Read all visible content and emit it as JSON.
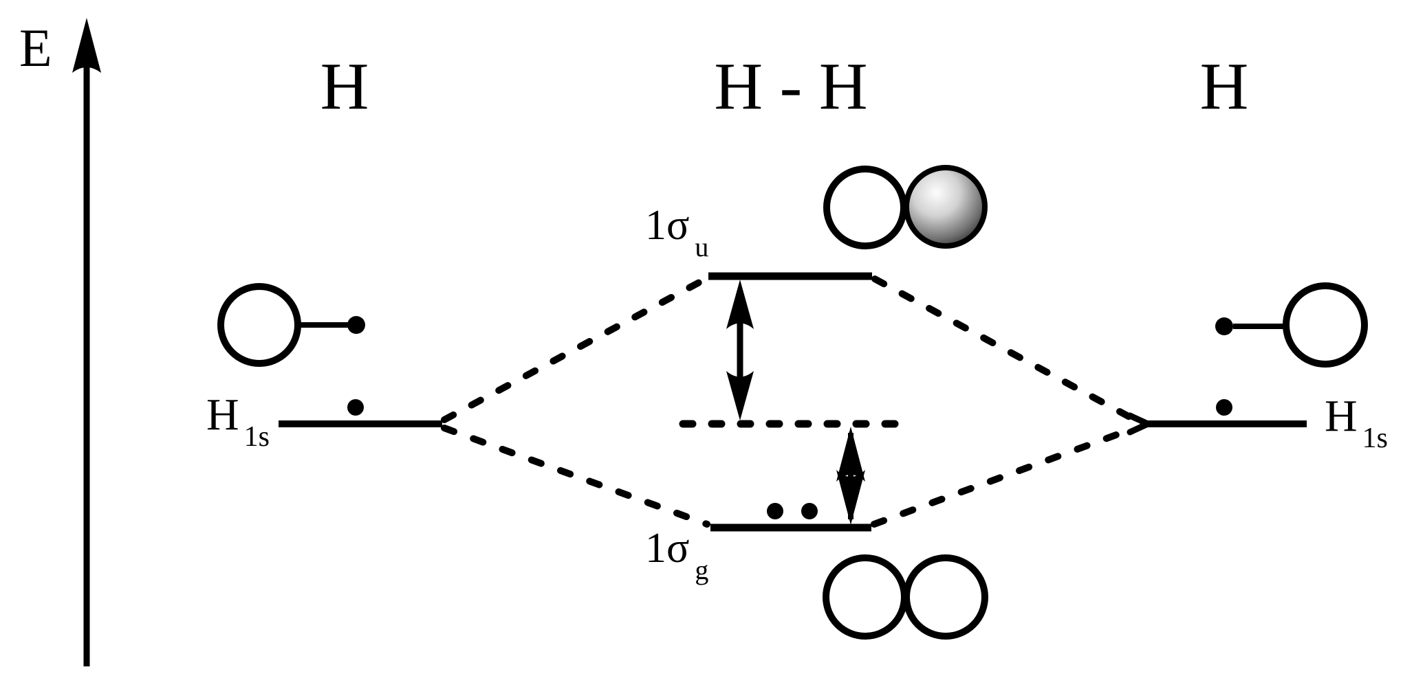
{
  "colors": {
    "ink": "#000000",
    "background": "#ffffff",
    "sphere_highlight": "#fdfdfd",
    "sphere_light": "#d2d2d2",
    "sphere_mid": "#6f6f6f",
    "sphere_shadow": "#050505"
  },
  "energy_axis": {
    "label": "E"
  },
  "columns": {
    "left_atom": "H",
    "molecule": "H - H",
    "right_atom": "H"
  },
  "atomic_levels": {
    "left": {
      "main": "H",
      "sub": "1s",
      "electron_count": 1
    },
    "right": {
      "main": "H",
      "sub": "1s",
      "electron_count": 1
    }
  },
  "molecular_orbitals": {
    "antibonding": {
      "main": "1σ",
      "sub": "u",
      "electron_count": 0
    },
    "bonding": {
      "main": "1σ",
      "sub": "g",
      "electron_count": 2
    }
  }
}
